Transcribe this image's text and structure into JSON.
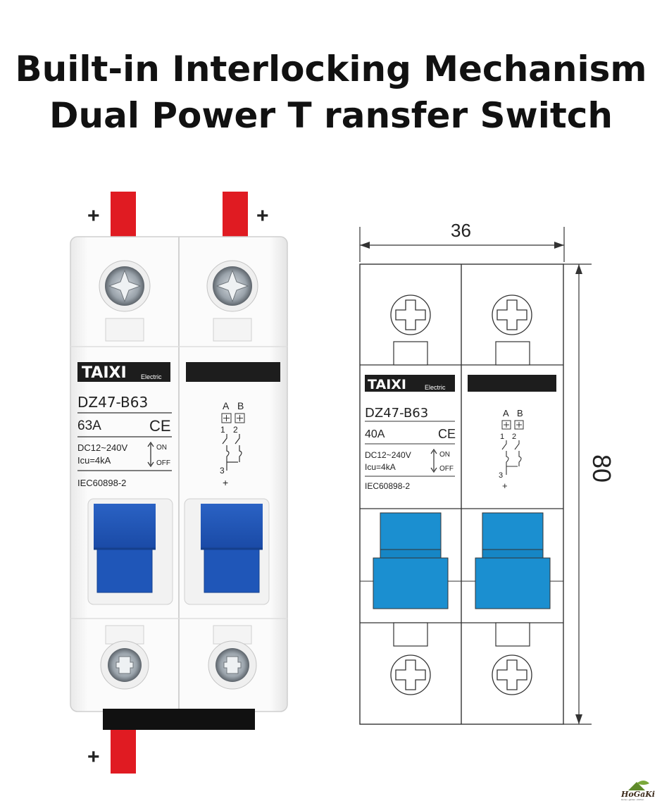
{
  "title": {
    "line1": "Built-in Interlocking Mechanism",
    "line2": "Dual Power T ransfer Switch"
  },
  "photo": {
    "polarity_top_left": "+",
    "polarity_top_right": "+",
    "polarity_bottom": "+",
    "brand": "TAIXI",
    "brand_sub": "Electric",
    "model": "DZ47-B63",
    "rating": "63A",
    "ce": "CE",
    "voltage": "DC12~240V",
    "icu": "Icu=4kA",
    "on": "ON",
    "off": "OFF",
    "standard": "IEC60898-2",
    "diagram_a": "A",
    "diagram_b": "B",
    "diagram_1": "1",
    "diagram_2": "2",
    "diagram_3": "3",
    "diagram_plus": "+"
  },
  "drawing": {
    "width_dim": "36",
    "height_dim": "80",
    "brand": "TAIXI",
    "brand_sub": "Electric",
    "model": "DZ47-B63",
    "rating": "40A",
    "ce": "CE",
    "voltage": "DC12~240V",
    "icu": "Icu=4kA",
    "on": "ON",
    "off": "OFF",
    "standard": "IEC60898-2",
    "diagram_a": "A",
    "diagram_b": "B",
    "diagram_1": "1",
    "diagram_2": "2",
    "diagram_3": "3",
    "diagram_plus": "+"
  },
  "logo": {
    "text": "HoGaKi",
    "tagline": "Home • garden • kitchen"
  },
  "colors": {
    "red_terminal": "#e01b22",
    "photo_blue": "#1f56b8",
    "drawing_blue": "#1b8fd0",
    "black_label": "#1d1d1d"
  }
}
